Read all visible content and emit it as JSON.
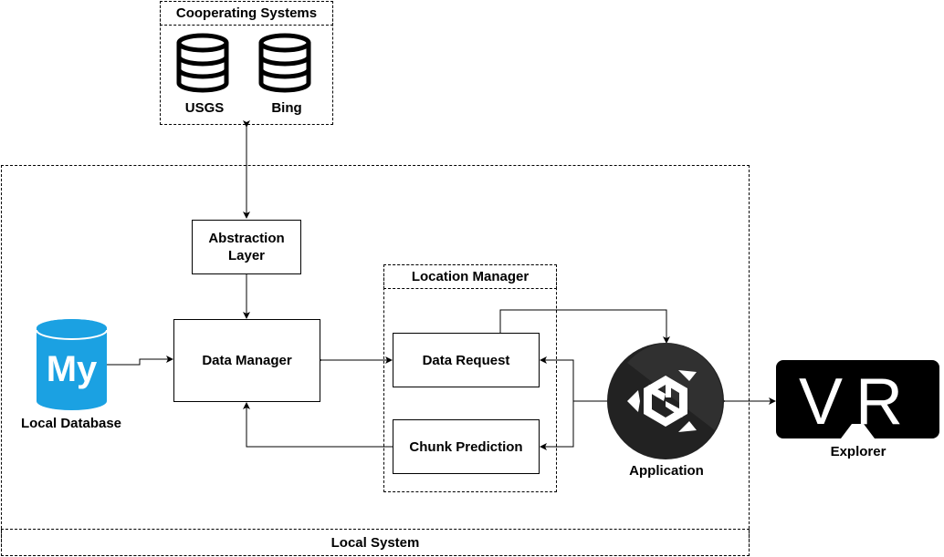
{
  "cooperating_systems": {
    "title": "Cooperating Systems",
    "items": [
      {
        "label": "USGS",
        "icon": "database-icon"
      },
      {
        "label": "Bing",
        "icon": "database-icon"
      }
    ]
  },
  "local_system": {
    "title": "Local System"
  },
  "abstraction_layer": {
    "label": "Abstraction Layer"
  },
  "data_manager": {
    "label": "Data Manager"
  },
  "local_database": {
    "label": "Local Database",
    "icon_text": "My",
    "color": "#1ba1e2"
  },
  "location_manager": {
    "title": "Location Manager",
    "data_request": "Data Request",
    "chunk_prediction": "Chunk Prediction"
  },
  "application": {
    "label": "Application",
    "icon": "unity-logo-icon"
  },
  "explorer": {
    "label": "Explorer",
    "icon_text": "VR"
  }
}
